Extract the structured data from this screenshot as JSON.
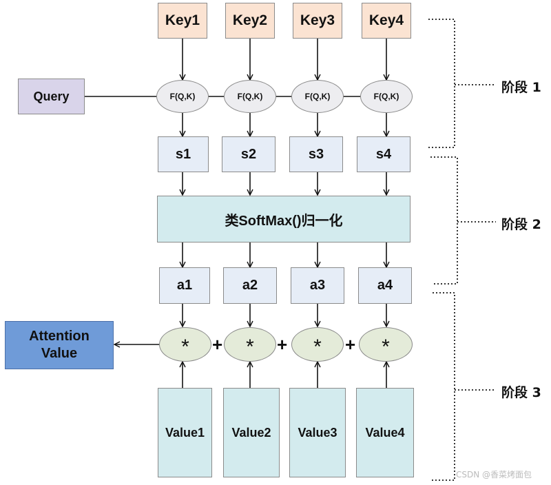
{
  "keys": [
    "Key1",
    "Key2",
    "Key3",
    "Key4"
  ],
  "query": "Query",
  "similarity": [
    "F(Q,K)",
    "F(Q,K)",
    "F(Q,K)",
    "F(Q,K)"
  ],
  "scores": [
    "s1",
    "s2",
    "s3",
    "s4"
  ],
  "softmax": "类SoftMax()归一化",
  "weights": [
    "a1",
    "a2",
    "a3",
    "a4"
  ],
  "multiply": [
    "*",
    "*",
    "*",
    "*"
  ],
  "plus": [
    "+",
    "+",
    "+"
  ],
  "values": [
    "Value1",
    "Value2",
    "Value3",
    "Value4"
  ],
  "output": {
    "line1": "Attention",
    "line2": "Value"
  },
  "stages": [
    "阶段 1",
    "阶段 2",
    "阶段 3"
  ],
  "watermark": "CSDN @香菜烤面包"
}
